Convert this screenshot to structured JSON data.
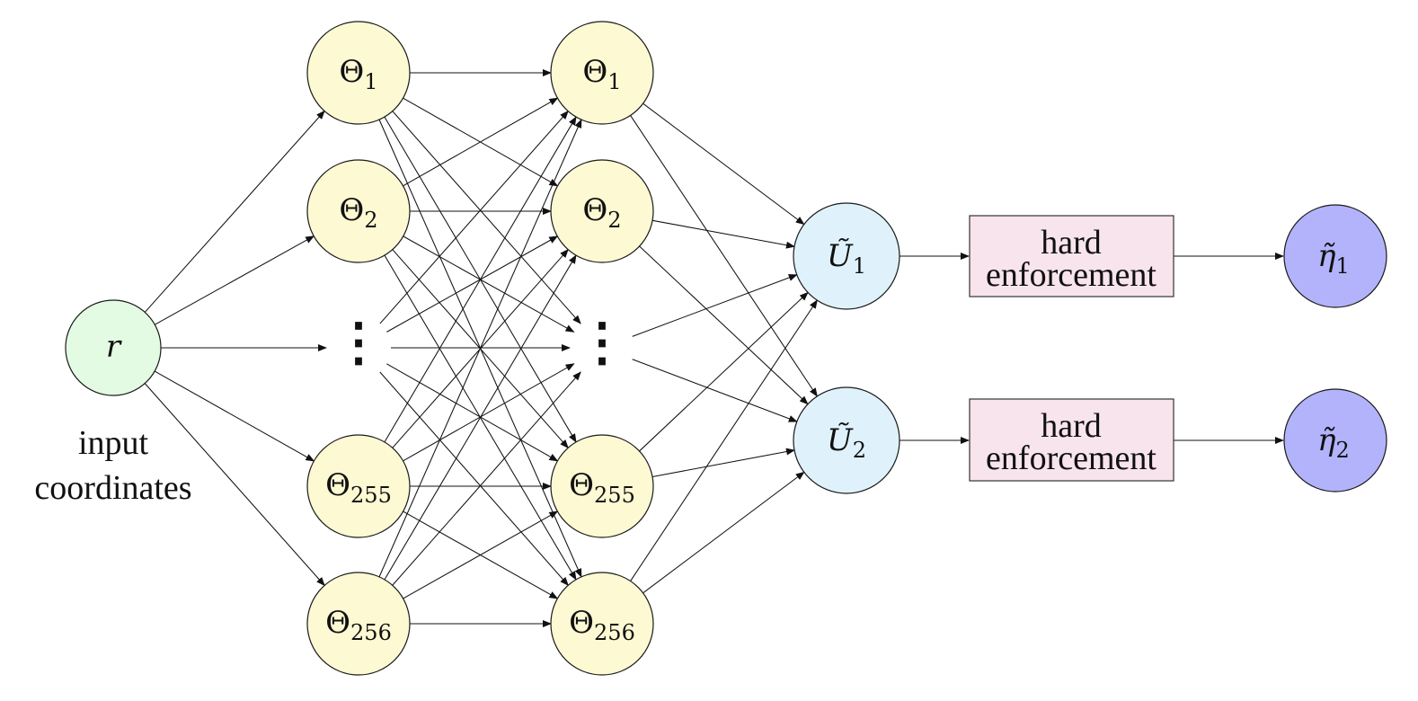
{
  "input": {
    "symbol": "r",
    "caption": [
      "input",
      "coordinates"
    ]
  },
  "hidden_layers": [
    {
      "nodes": [
        {
          "base": "Θ",
          "sub": "1"
        },
        {
          "base": "Θ",
          "sub": "2"
        },
        {
          "base": "Θ",
          "sub": "255"
        },
        {
          "base": "Θ",
          "sub": "256"
        }
      ]
    },
    {
      "nodes": [
        {
          "base": "Θ",
          "sub": "1"
        },
        {
          "base": "Θ",
          "sub": "2"
        },
        {
          "base": "Θ",
          "sub": "255"
        },
        {
          "base": "Θ",
          "sub": "256"
        }
      ]
    }
  ],
  "outputs": [
    {
      "base": "Ũ",
      "sub": "1",
      "transform": [
        "hard",
        "enforcement"
      ],
      "result": {
        "base": "η̃",
        "sub": "1"
      }
    },
    {
      "base": "Ũ",
      "sub": "2",
      "transform": [
        "hard",
        "enforcement"
      ],
      "result": {
        "base": "η̃",
        "sub": "2"
      }
    }
  ],
  "ellipsis": "⋮",
  "colors": {
    "input_fill": "#e3fbe3",
    "hidden_fill": "#fdf9d3",
    "output_fill": "#dff2fb",
    "box_fill": "#f8e4ec",
    "result_fill": "#b3b3fb"
  }
}
